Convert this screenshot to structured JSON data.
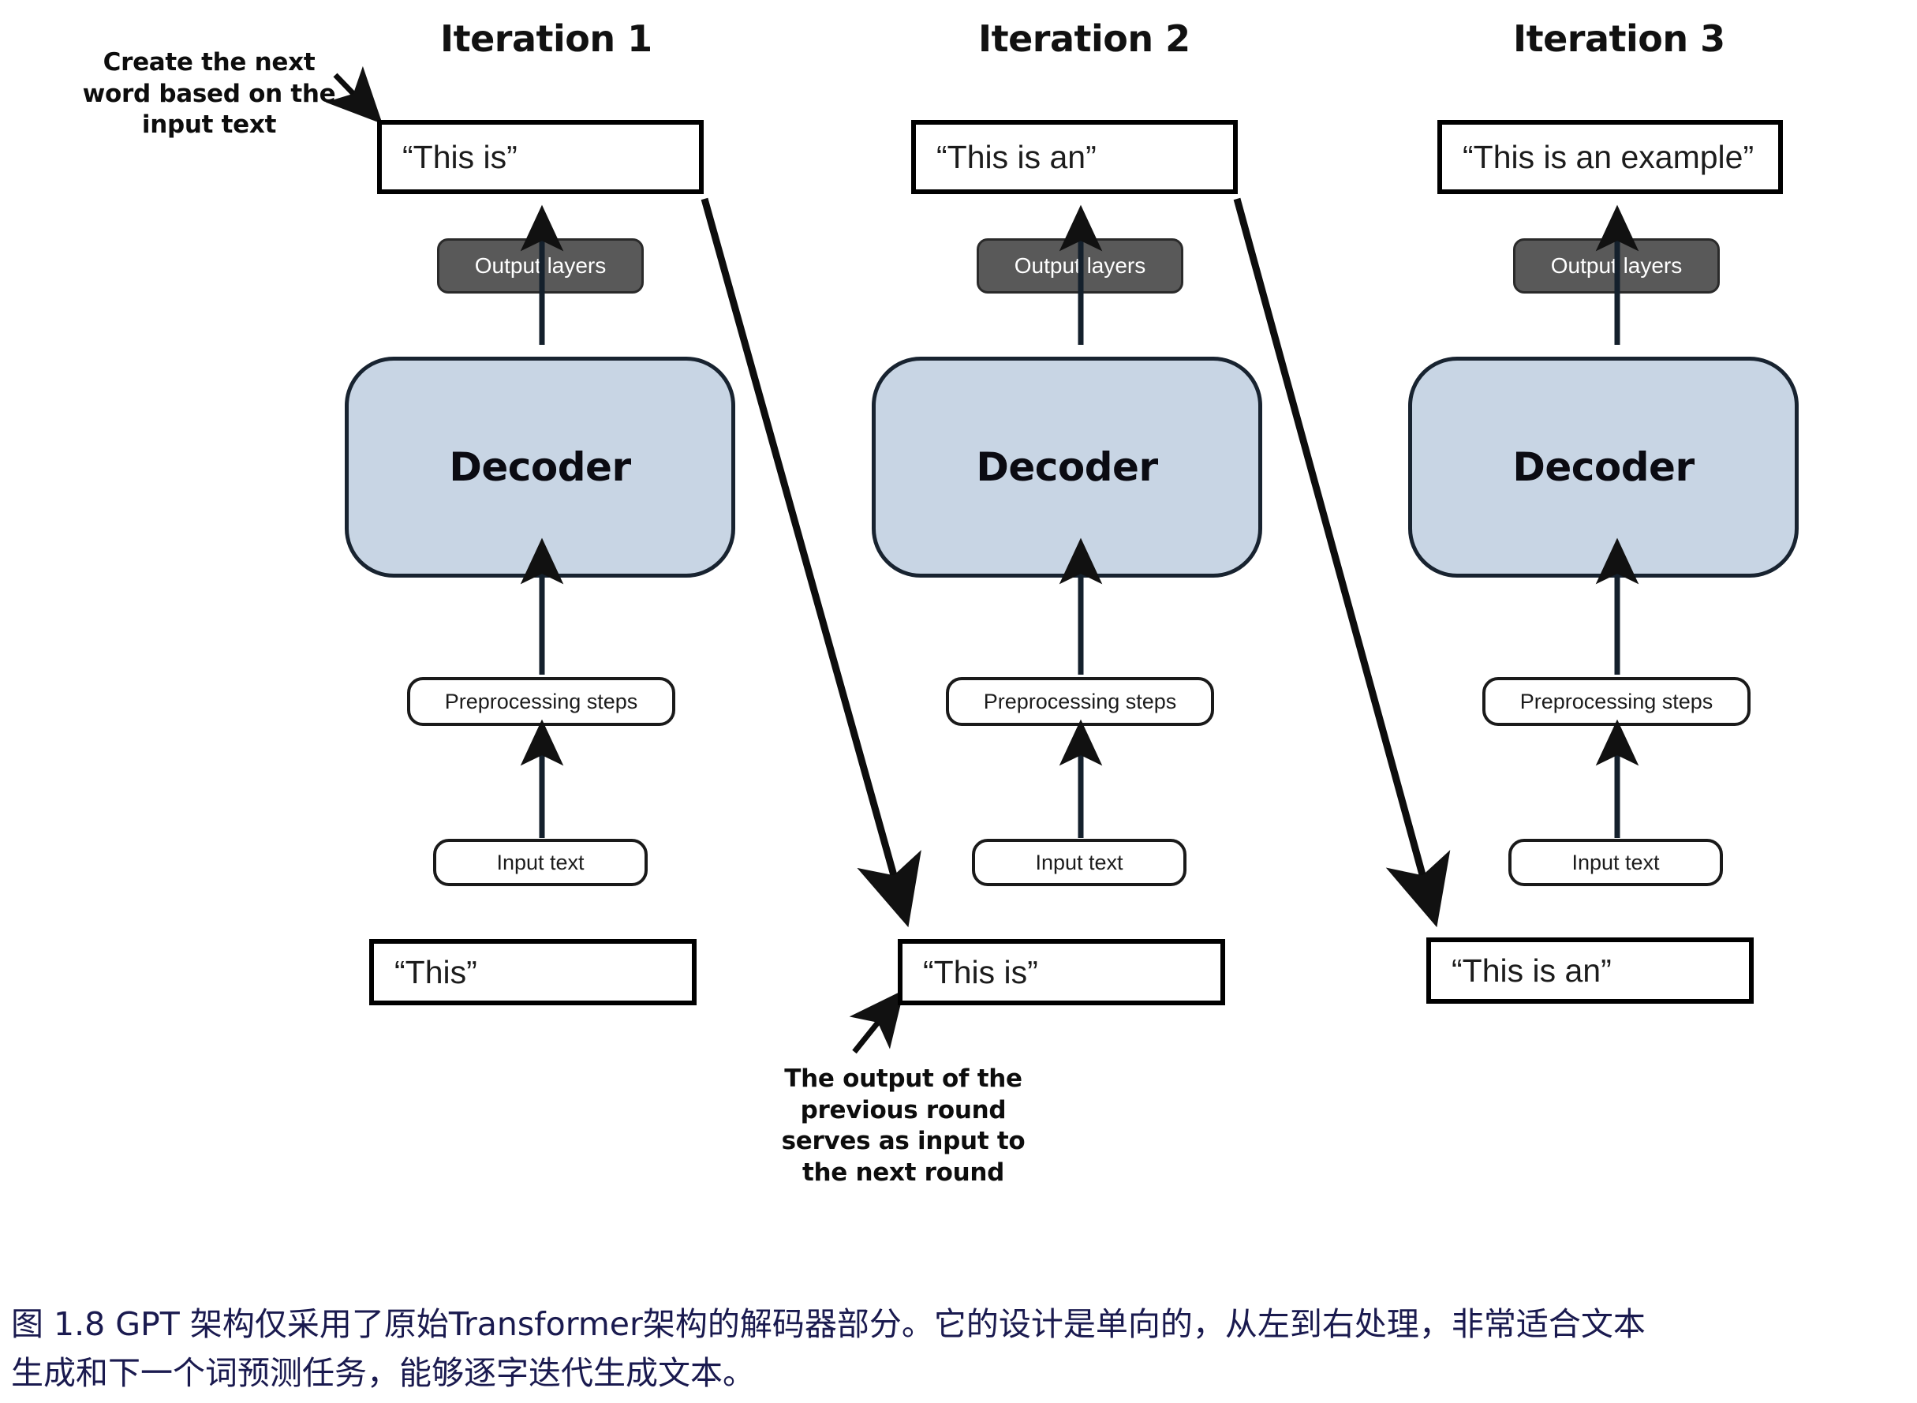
{
  "figure": {
    "columns": [
      {
        "title": "Iteration 1",
        "top_box": "“This is”",
        "output_layers": "Output layers",
        "decoder": "Decoder",
        "preprocessing": "Preprocessing steps",
        "input_text": "Input text",
        "bottom_box": "“This”"
      },
      {
        "title": "Iteration 2",
        "top_box": "“This is an”",
        "output_layers": "Output layers",
        "decoder": "Decoder",
        "preprocessing": "Preprocessing steps",
        "input_text": "Input text",
        "bottom_box": "“This is”"
      },
      {
        "title": "Iteration 3",
        "top_box": "“This is an example”",
        "output_layers": "Output layers",
        "decoder": "Decoder",
        "preprocessing": "Preprocessing steps",
        "input_text": "Input text",
        "bottom_box": "“This is an”"
      }
    ],
    "annotations": {
      "top_left": {
        "line1": "Create the next",
        "line2": "word based on the",
        "line3": "input text"
      },
      "bottom_center": {
        "line1": "The output of the",
        "line2": "previous round",
        "line3": "serves as input to",
        "line4": "the next round"
      }
    },
    "caption": {
      "line1": "图 1.8  GPT 架构仅采用了原始Transformer架构的解码器部分。它的设计是单向的，从左到右处理，非常适合文本",
      "line2": "生成和下一个词预测任务，能够逐字迭代生成文本。"
    },
    "colors": {
      "decoder_fill": "#c8d5e4",
      "decoder_border": "#182330",
      "output_layers_fill": "#595959",
      "box_border": "#000000",
      "caption_text": "#1a1a4f",
      "background": "#ffffff"
    }
  }
}
